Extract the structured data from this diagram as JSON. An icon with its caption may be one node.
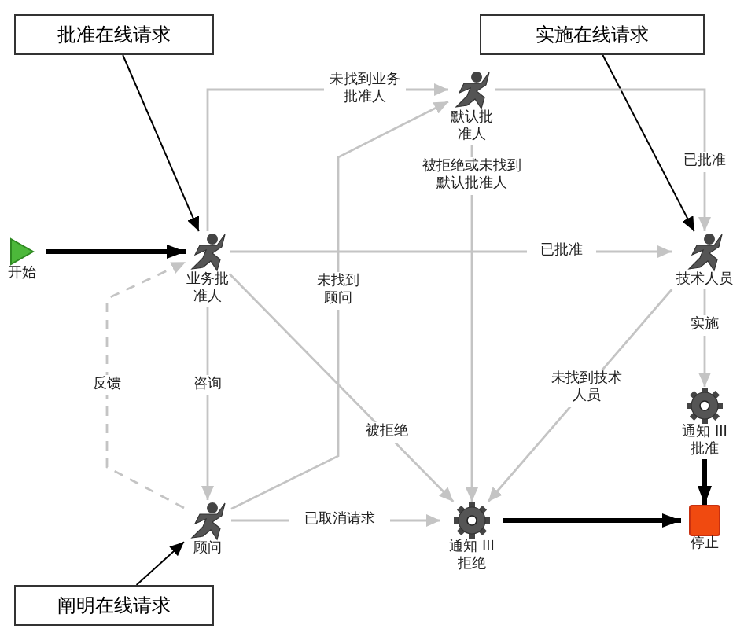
{
  "diagram": {
    "nodes": [
      {
        "text": [
          "批准在线请求"
        ]
      },
      {
        "text": [
          "实施在线请求"
        ]
      },
      {
        "text": [
          "开始"
        ]
      },
      {
        "text": [
          "业务批准人"
        ]
      },
      {
        "text": [
          "默认批准人"
        ]
      },
      {
        "text": [
          "技术人员"
        ]
      },
      {
        "text": [
          "通知 III 拒绝"
        ]
      },
      {
        "text": [
          "通知 III 批准"
        ]
      },
      {
        "text": [
          "停止"
        ]
      },
      {
        "text": [
          "顾问"
        ]
      },
      {
        "text": [
          "阐明在线请求"
        ]
      }
    ],
    "edges": [
      {
        "from": 2,
        "to": 3,
        "arrow": "to",
        "style": "thick",
        "color": "#000000"
      },
      {
        "from": 0,
        "to": 3,
        "arrow": "to",
        "color": "#000000"
      },
      {
        "from": 1,
        "to": 5,
        "arrow": "to",
        "color": "#000000"
      },
      {
        "from": 10,
        "to": 9,
        "arrow": "to",
        "color": "#000000"
      },
      {
        "from": 3,
        "to": 4,
        "arrow": "to",
        "label": "未找到业务批准人"
      },
      {
        "from": 9,
        "to": 4,
        "arrow": "to",
        "label": "未找到顾问"
      },
      {
        "from": 4,
        "to": 5,
        "arrow": "to",
        "label": "已批准"
      },
      {
        "from": 3,
        "to": 5,
        "arrow": "to",
        "label": "已批准"
      },
      {
        "from": 4,
        "to": 6,
        "arrow": "to",
        "label": "被拒绝或未找到默认批准人"
      },
      {
        "from": 3,
        "to": 6,
        "arrow": "to",
        "label": "被拒绝"
      },
      {
        "from": 5,
        "to": 6,
        "arrow": "to",
        "label": "未找到技术人员"
      },
      {
        "from": 9,
        "to": 6,
        "arrow": "to",
        "label": "已取消请求"
      },
      {
        "from": 3,
        "to": 9,
        "arrow": "to",
        "label": "咨询"
      },
      {
        "from": 9,
        "to": 3,
        "arrow": "to",
        "label": "反馈",
        "style": "dashed"
      },
      {
        "from": 5,
        "to": 7,
        "arrow": "to",
        "label": "实施"
      },
      {
        "from": 7,
        "to": 8,
        "arrow": "to",
        "style": "thick",
        "color": "#000000"
      },
      {
        "from": 6,
        "to": 8,
        "arrow": "to",
        "style": "thick",
        "color": "#000000"
      }
    ]
  }
}
